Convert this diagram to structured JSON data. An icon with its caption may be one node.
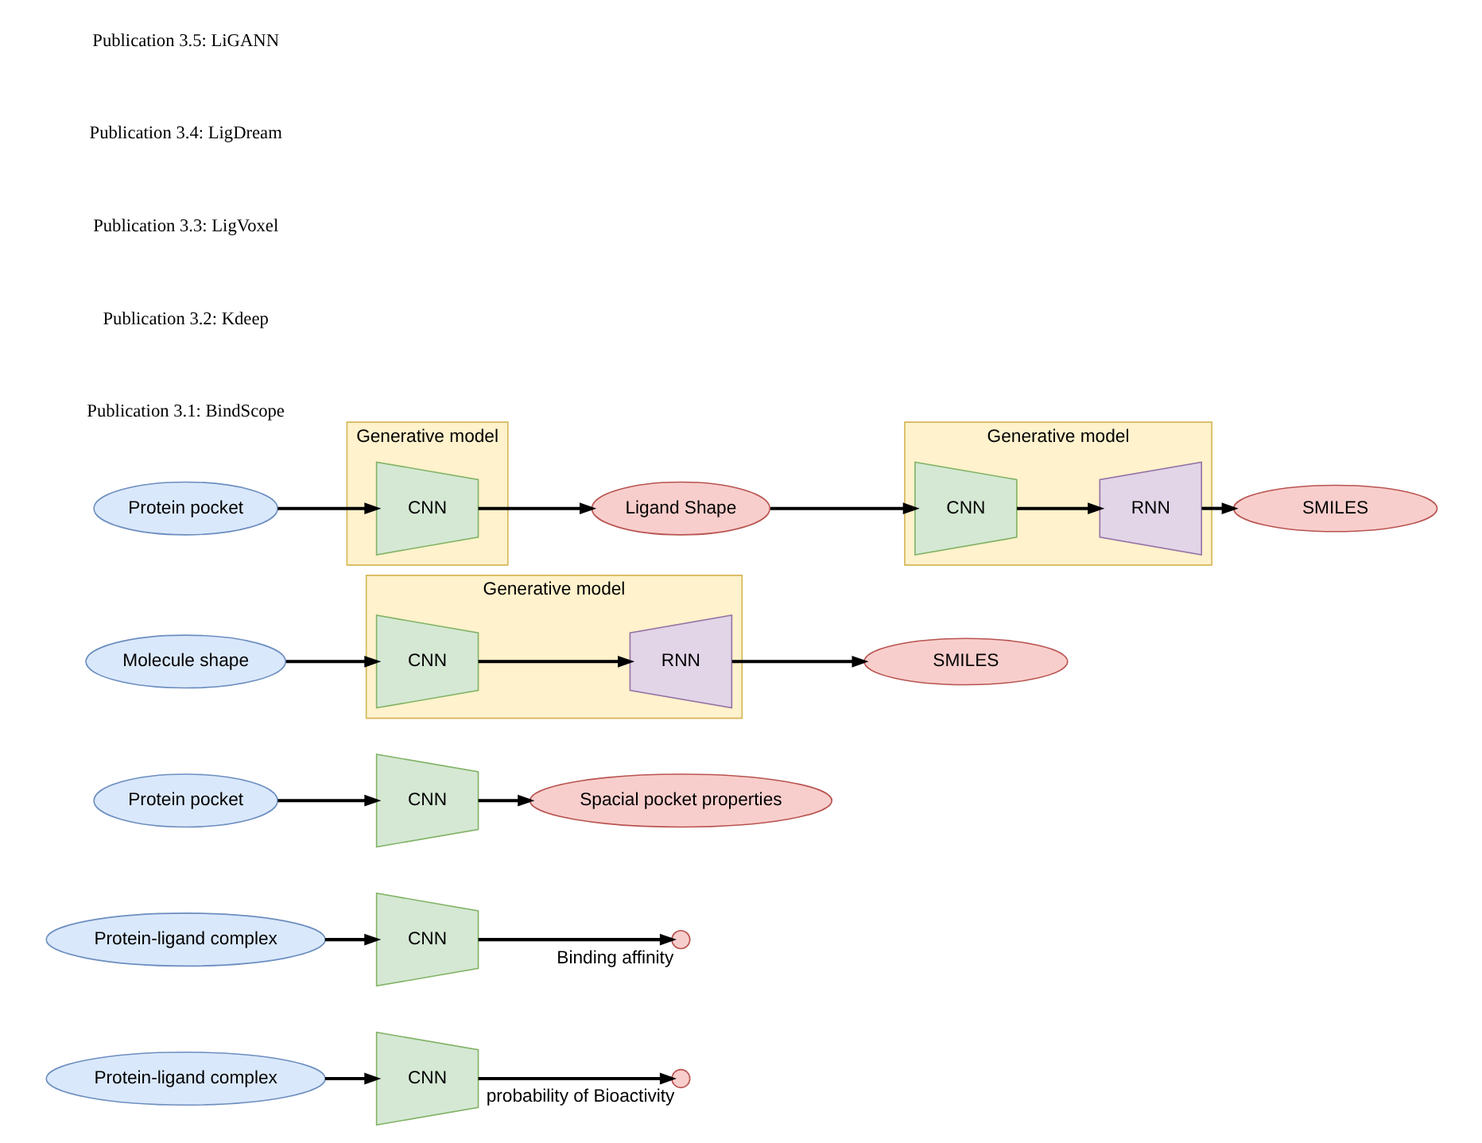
{
  "diagram": {
    "nodes": [
      {
        "text": [
          "Protein-ligand complex"
        ]
      },
      {
        "text": [
          "CNN"
        ]
      },
      {
        "text": [],
        "shape": "circle",
        "beside": [
          "probability of Bioactivity"
        ]
      },
      {
        "text": [
          "Protein-ligand complex"
        ]
      },
      {
        "text": [
          "CNN"
        ]
      },
      {
        "text": [],
        "shape": "circle",
        "beside": [
          "Binding affinity"
        ]
      },
      {
        "text": [
          "Protein pocket"
        ]
      },
      {
        "text": [
          "CNN"
        ]
      },
      {
        "text": [
          "Spacial pocket properties"
        ]
      },
      {
        "text": [
          "Molecule shape"
        ]
      },
      {
        "text": [
          "Generative model"
        ]
      },
      {
        "text": [
          "CNN"
        ],
        "in": 10
      },
      {
        "text": [
          "RNN"
        ],
        "in": 10
      },
      {
        "text": [
          "SMILES"
        ]
      },
      {
        "text": [
          "Protein pocket"
        ]
      },
      {
        "text": [
          "Generative model"
        ]
      },
      {
        "text": [
          "CNN"
        ],
        "in": 15
      },
      {
        "text": [
          "Ligand Shape"
        ]
      },
      {
        "text": [
          "Generative model"
        ]
      },
      {
        "text": [
          "CNN"
        ],
        "in": 18
      },
      {
        "text": [
          "RNN"
        ],
        "in": 18
      },
      {
        "text": [
          "SMILES"
        ]
      }
    ],
    "edges": [
      {
        "from": 0,
        "to": 1,
        "arrow": "to"
      },
      {
        "from": 1,
        "to": 2,
        "arrow": "to"
      },
      {
        "from": 3,
        "to": 4,
        "arrow": "to"
      },
      {
        "from": 4,
        "to": 5,
        "arrow": "to"
      },
      {
        "from": 6,
        "to": 7,
        "arrow": "to"
      },
      {
        "from": 7,
        "to": 8,
        "arrow": "to"
      },
      {
        "from": 9,
        "to": 11,
        "arrow": "to"
      },
      {
        "from": 11,
        "to": 12,
        "arrow": "to"
      },
      {
        "from": 12,
        "to": 13,
        "arrow": "to"
      },
      {
        "from": 14,
        "to": 16,
        "arrow": "to"
      },
      {
        "from": 16,
        "to": 17,
        "arrow": "to"
      },
      {
        "from": 17,
        "to": 19,
        "arrow": "to"
      },
      {
        "from": 19,
        "to": 20,
        "arrow": "to"
      },
      {
        "from": 20,
        "to": 21,
        "arrow": "to"
      }
    ],
    "labels": [
      "Publication 3.1: BindScope",
      "Publication 3.2: Kdeep",
      "Publication 3.3: LigVoxel",
      "Publication 3.4: LigDream",
      "Publication 3.5: LiGANN"
    ]
  }
}
